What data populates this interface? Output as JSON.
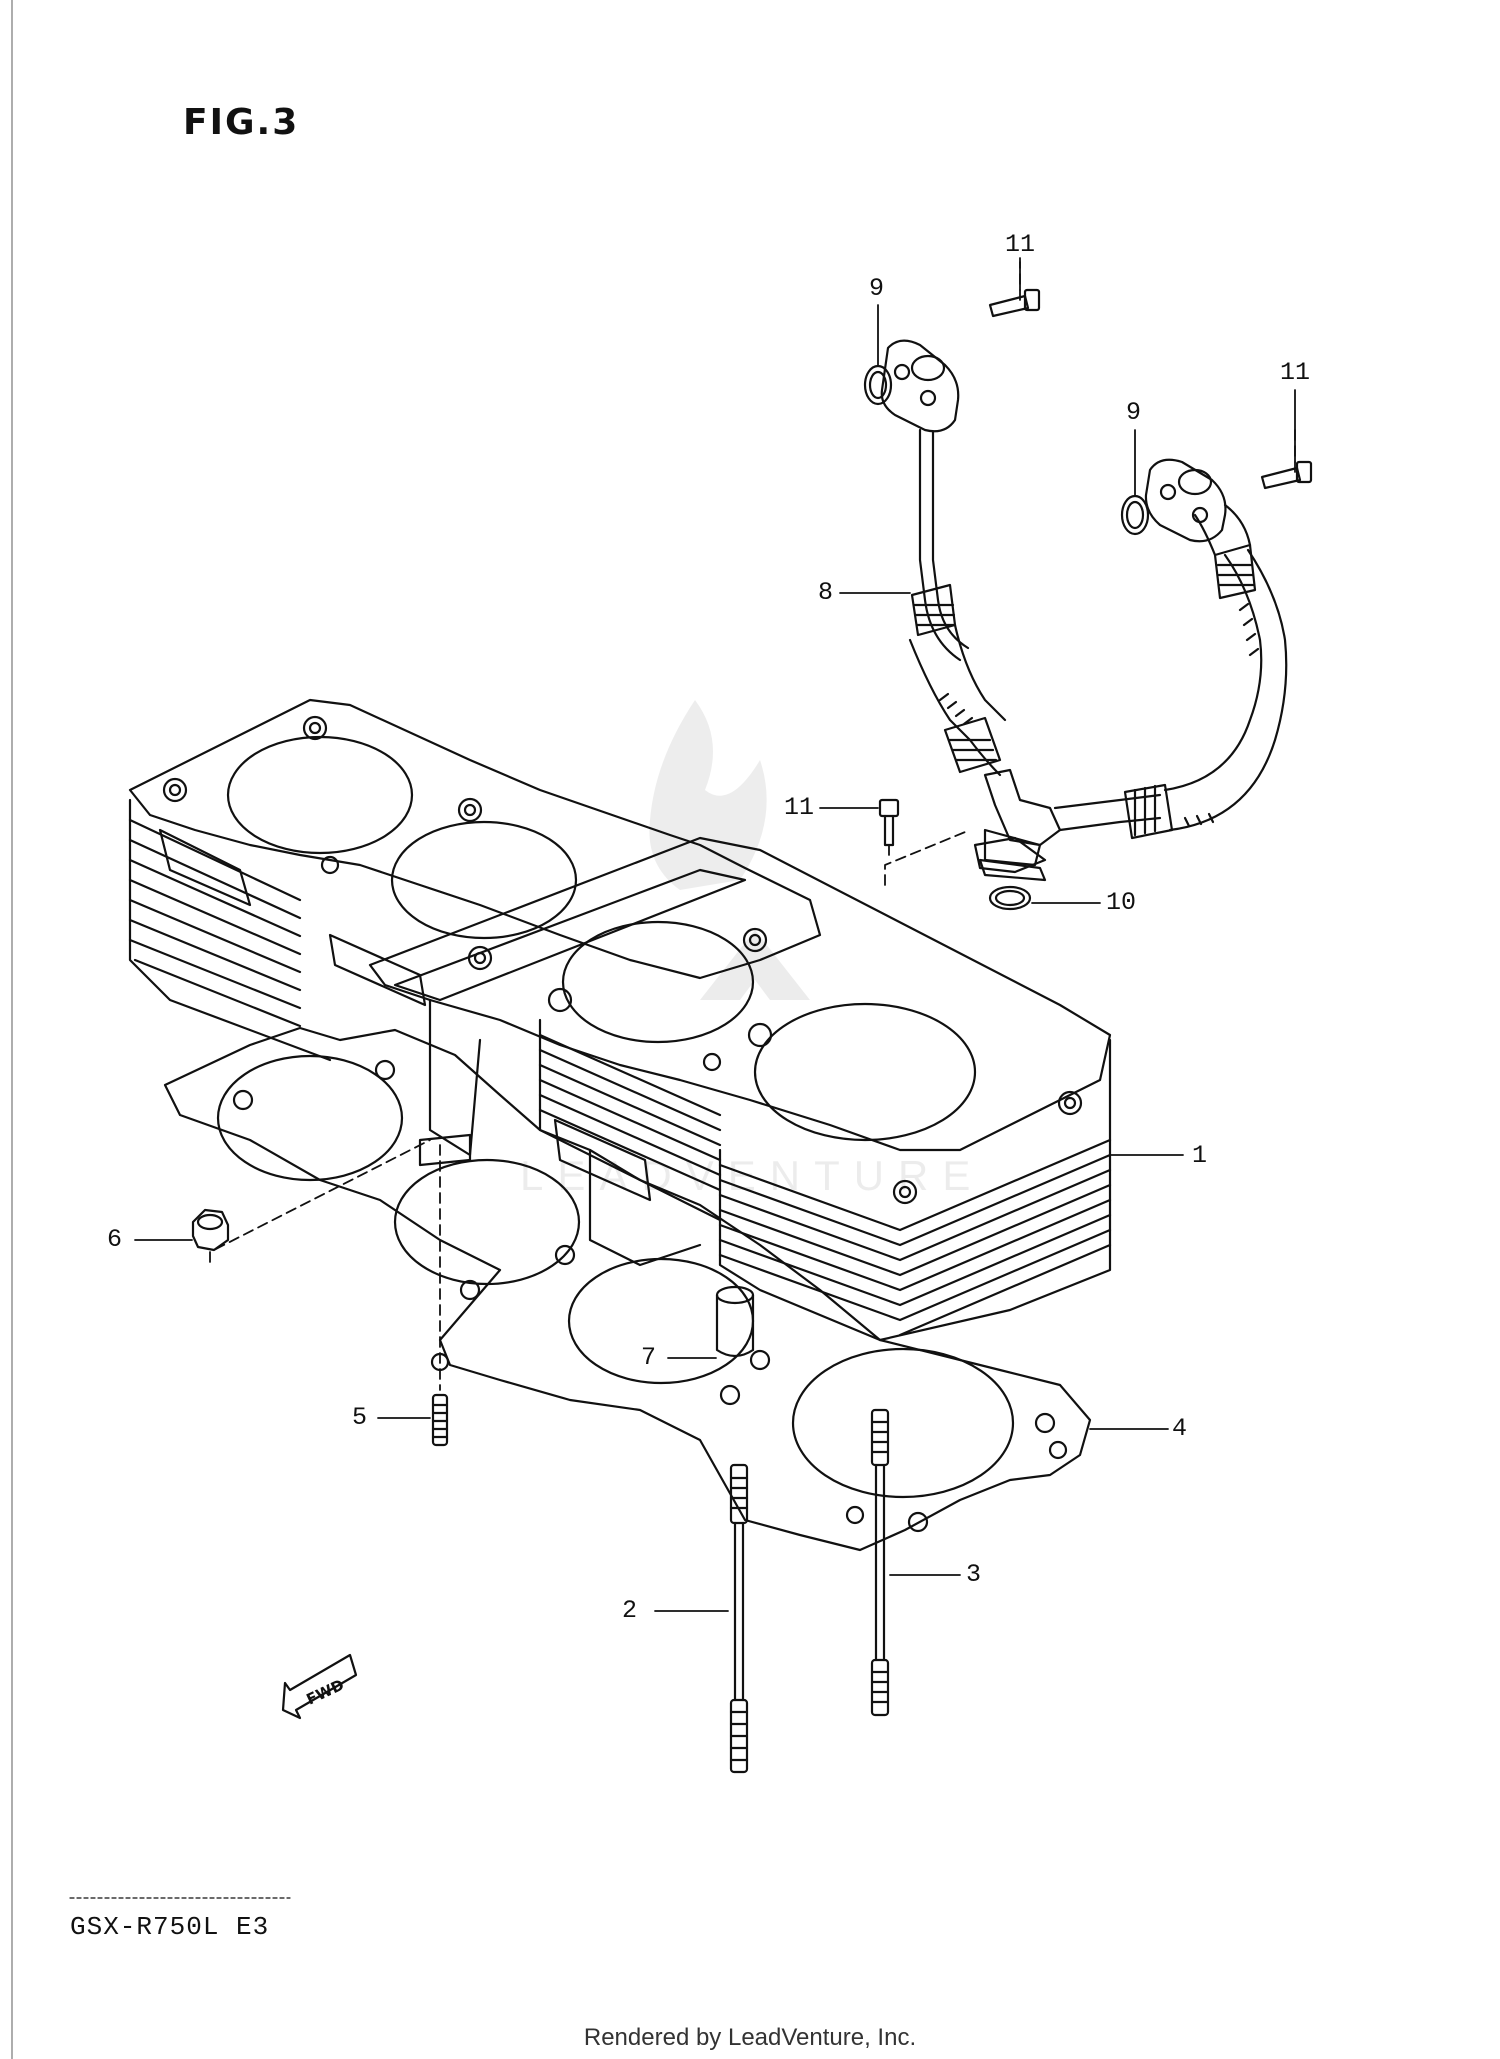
{
  "figure": {
    "title": "FIG.3"
  },
  "callouts": {
    "c1": "1",
    "c2": "2",
    "c3": "3",
    "c4": "4",
    "c5": "5",
    "c6": "6",
    "c7": "7",
    "c8": "8",
    "c9a": "9",
    "c9b": "9",
    "c10": "10",
    "c11a": "11",
    "c11b": "11",
    "c11c": "11"
  },
  "fwd_label": "FWD",
  "model_code": "GSX-R750L E3",
  "footer_text": "Rendered by LeadVenture, Inc.",
  "watermark_text": "LEADVENTURE"
}
